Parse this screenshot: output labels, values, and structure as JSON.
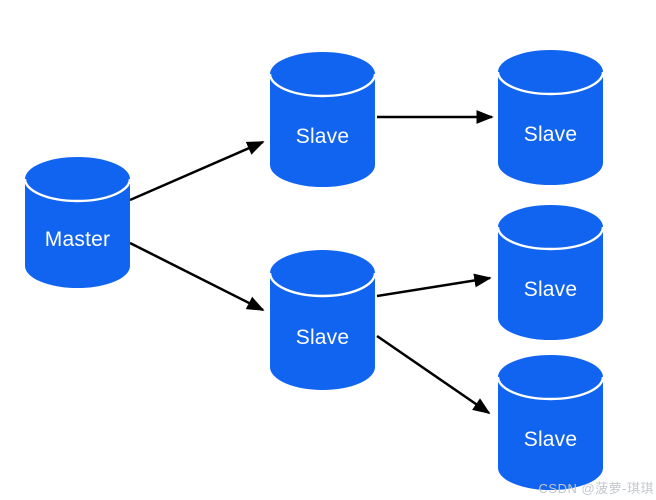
{
  "diagram": {
    "title": "master-slave-replication-topology",
    "nodes": [
      {
        "id": "master",
        "label": "Master",
        "type": "database-cylinder"
      },
      {
        "id": "slave-1",
        "label": "Slave",
        "type": "database-cylinder"
      },
      {
        "id": "slave-2",
        "label": "Slave",
        "type": "database-cylinder"
      },
      {
        "id": "slave-1-1",
        "label": "Slave",
        "type": "database-cylinder"
      },
      {
        "id": "slave-2-1",
        "label": "Slave",
        "type": "database-cylinder"
      },
      {
        "id": "slave-2-2",
        "label": "Slave",
        "type": "database-cylinder"
      }
    ],
    "edges": [
      {
        "from": "master",
        "to": "slave-1"
      },
      {
        "from": "master",
        "to": "slave-2"
      },
      {
        "from": "slave-1",
        "to": "slave-1-1"
      },
      {
        "from": "slave-2",
        "to": "slave-2-1"
      },
      {
        "from": "slave-2",
        "to": "slave-2-2"
      }
    ],
    "colors": {
      "node_fill": "#1164EF",
      "node_rim": "#ffffff",
      "label_text": "#ffffff",
      "edge": "#000000",
      "background": "#ffffff"
    }
  },
  "watermark": {
    "text": "CSDN @菠萝-琪琪",
    "color": "#c3c7ce"
  }
}
